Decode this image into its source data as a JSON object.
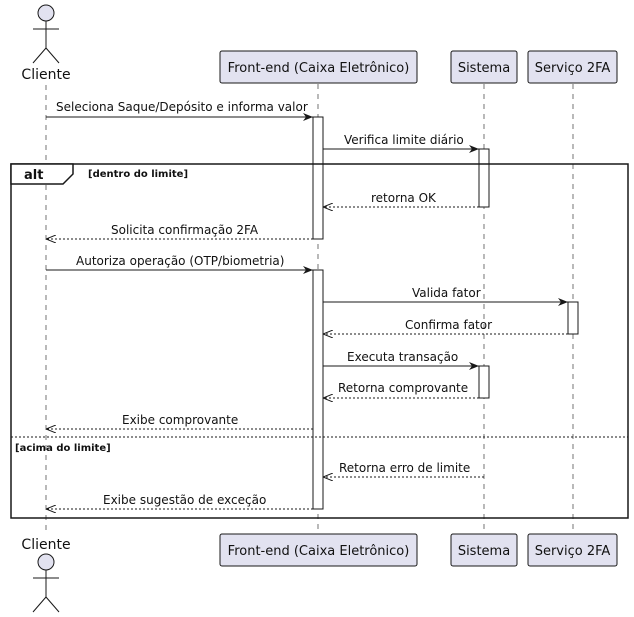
{
  "colors": {
    "participant_fill": "#e2e2f0",
    "participant_stroke": "#181818",
    "line": "#181818",
    "background": "#ffffff"
  },
  "participants": {
    "cliente": "Cliente",
    "frontend": "Front-end (Caixa Eletrônico)",
    "sistema": "Sistema",
    "servico2fa": "Serviço 2FA"
  },
  "fragment": {
    "keyword": "alt",
    "guard_1": "[dentro do limite]",
    "guard_2": "[acima do limite]"
  },
  "messages": {
    "m1": "Seleciona Saque/Depósito e informa valor",
    "m2": "Verifica limite diário",
    "m3": "retorna OK",
    "m4": "Solicita confirmação 2FA",
    "m5": "Autoriza operação (OTP/biometria)",
    "m6": "Valida fator",
    "m7": "Confirma fator",
    "m8": "Executa transação",
    "m9": "Retorna comprovante",
    "m10": "Exibe comprovante",
    "m11": "Retorna erro de limite",
    "m12": "Exibe sugestão de exceção"
  }
}
